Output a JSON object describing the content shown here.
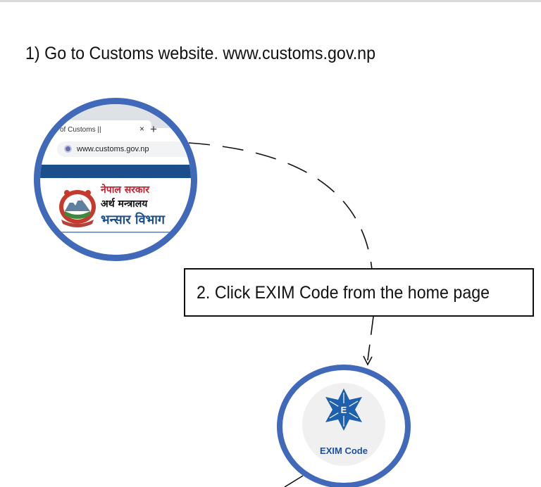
{
  "steps": {
    "step1_text": "1) Go to Customs website. www.customs.gov.np",
    "step2_text": "2. Click EXIM Code from the home page"
  },
  "browser_snippet": {
    "tab_title": "of Customs ||",
    "tab_close": "×",
    "new_tab": "+",
    "url": "www.customs.gov.np",
    "site_line1": "नेपाल सरकार",
    "site_line2": "अर्थ मन्त्रालय",
    "site_line3": "भन्सार विभाग"
  },
  "exim": {
    "emblem_letter": "E",
    "label": "EXIM Code"
  },
  "colors": {
    "circle_border": "#4169b9",
    "site_blue": "#1c4e8c",
    "site_red": "#c41e2b"
  }
}
